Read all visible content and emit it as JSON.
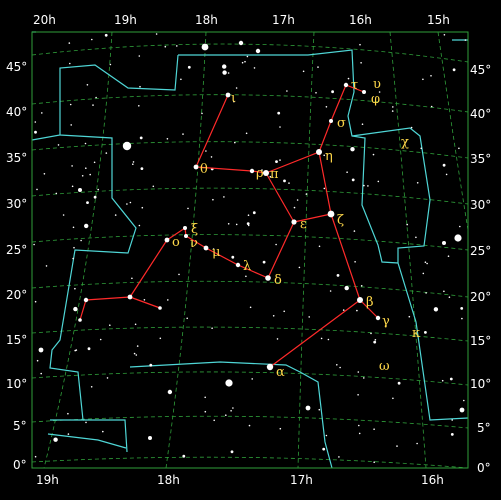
{
  "colors": {
    "background": "#000000",
    "grid": "#2f9e3a",
    "frame": "#2f9e3a",
    "boundary": "#4fd6d6",
    "stick_line": "#ff2a2a",
    "star_label": "#ffd84a",
    "text": "#ffffff"
  },
  "axes": {
    "ra_top": [
      "20h",
      "19h",
      "18h",
      "17h",
      "16h",
      "15h"
    ],
    "ra_bottom": [
      "19h",
      "18h",
      "17h",
      "16h"
    ],
    "dec_left": [
      "45°",
      "40°",
      "35°",
      "30°",
      "25°",
      "20°",
      "15°",
      "10°",
      "5°",
      "0°"
    ],
    "dec_right": [
      "45°",
      "40°",
      "35°",
      "30°",
      "25°",
      "20°",
      "15°",
      "10°",
      "5°",
      "0°"
    ]
  },
  "star_labels": [
    {
      "name": "ι",
      "kind": "ι"
    },
    {
      "name": "θ",
      "kind": "θ"
    },
    {
      "name": "ρ",
      "kind": "ρ"
    },
    {
      "name": "π",
      "kind": "π"
    },
    {
      "name": "η",
      "kind": "η"
    },
    {
      "name": "τ",
      "kind": "τ"
    },
    {
      "name": "υ",
      "kind": "υ"
    },
    {
      "name": "φ",
      "kind": "φ"
    },
    {
      "name": "σ",
      "kind": "σ"
    },
    {
      "name": "χ",
      "kind": "χ"
    },
    {
      "name": "ζ",
      "kind": "ζ"
    },
    {
      "name": "ε",
      "kind": "ε"
    },
    {
      "name": "ξ",
      "kind": "ξ"
    },
    {
      "name": "ο",
      "kind": "ο"
    },
    {
      "name": "ν",
      "kind": "ν"
    },
    {
      "name": "μ",
      "kind": "μ"
    },
    {
      "name": "λ",
      "kind": "λ"
    },
    {
      "name": "δ",
      "kind": "δ"
    },
    {
      "name": "β",
      "kind": "β"
    },
    {
      "name": "γ",
      "kind": "γ"
    },
    {
      "name": "κ",
      "kind": "κ"
    },
    {
      "name": "α",
      "kind": "α"
    },
    {
      "name": "ω",
      "kind": "ω"
    }
  ]
}
